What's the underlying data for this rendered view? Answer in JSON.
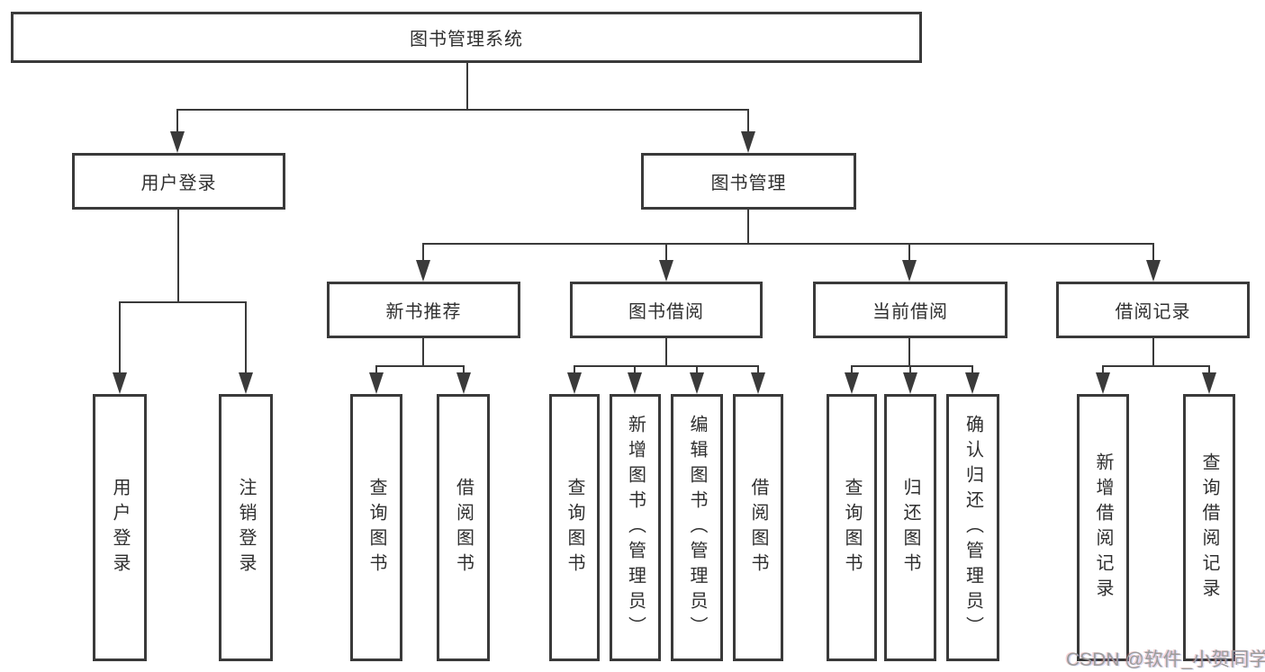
{
  "diagram": {
    "root": "图书管理系统",
    "user_login": {
      "label": "用户登录",
      "children": [
        "用户登录",
        "注销登录"
      ]
    },
    "book_management": {
      "label": "图书管理",
      "children": {
        "new_book_recommend": {
          "label": "新书推荐",
          "children": [
            "查询图书",
            "借阅图书"
          ]
        },
        "book_borrow": {
          "label": "图书借阅",
          "children": [
            "查询图书",
            "新增图书（管理员）",
            "编辑图书（管理员）",
            "借阅图书"
          ]
        },
        "current_borrow": {
          "label": "当前借阅",
          "children": [
            "查询图书",
            "归还图书",
            "确认归还（管理员）"
          ]
        },
        "borrow_records": {
          "label": "借阅记录",
          "children": [
            "新增借阅记录",
            "查询借阅记录"
          ]
        }
      }
    }
  },
  "watermark": "CSDN @软件_小贺同学",
  "colors": {
    "line": "#3a3a3a",
    "text": "#2f2f2f",
    "watermark": "#9c9c9c",
    "background": "#ffffff"
  }
}
